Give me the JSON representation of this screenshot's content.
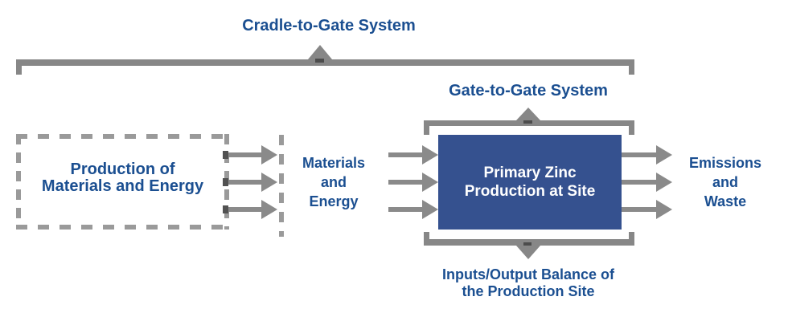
{
  "diagram": {
    "cradle_title": "Cradle-to-Gate System",
    "gate_title": "Gate-to-Gate System",
    "production_box": [
      "Production of",
      "Materials and Energy"
    ],
    "mid_label": [
      "Materials",
      "and",
      "Energy"
    ],
    "primary_zinc_box": [
      "Primary Zinc",
      "Production at Site"
    ],
    "right_label": [
      "Emissions",
      "and",
      "Waste"
    ],
    "bottom_label": [
      "Inputs/Output Balance of",
      "the Production Site"
    ],
    "colors": {
      "box_blue": "#35518f",
      "text_blue": "#1b4f91",
      "bracket_gray": "#878787",
      "arrow_gray": "#8a8a8a",
      "dash_gray": "#9a9a9a",
      "overlap_dark": "#4c4c4c",
      "box_text_white": "#ffffff"
    }
  }
}
